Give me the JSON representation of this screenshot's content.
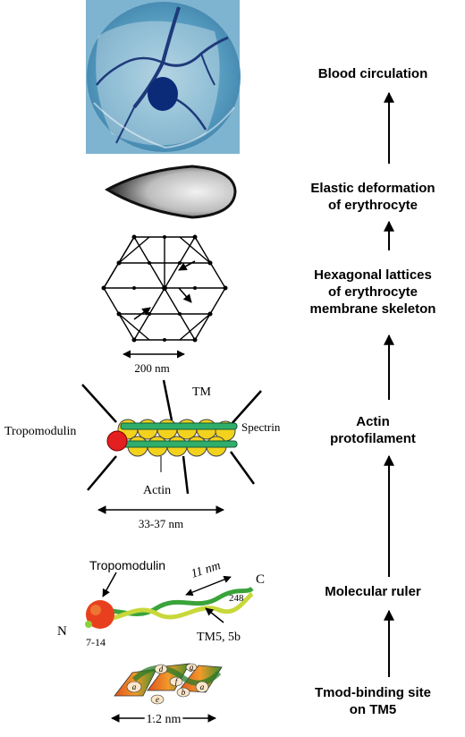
{
  "hierarchy": {
    "levels": [
      {
        "label": "Blood circulation"
      },
      {
        "label": "Elastic deformation\nof erythrocyte"
      },
      {
        "label": "Hexagonal lattices\nof erythrocyte\nmembrane skeleton"
      },
      {
        "label": "Actin\nprotofilament"
      },
      {
        "label": "Molecular ruler"
      },
      {
        "label": "Tmod-binding site\non TM5"
      }
    ]
  },
  "lattice": {
    "scale_label": "200 nm"
  },
  "protofilament": {
    "tm_label": "TM",
    "spectrin_label": "Spectrin",
    "tropomodulin_label": "Tropomodulin",
    "actin_label": "Actin",
    "length_label": "33-37 nm"
  },
  "ruler": {
    "tropomodulin_label": "Tropomodulin",
    "period_label": "11 nm",
    "c_label": "C",
    "n_label": "N",
    "res_end_label": "248",
    "res_start_label": "7-14",
    "tm_label": "TM5, 5b"
  },
  "helix": {
    "scale_label": "1.2 nm",
    "residues": [
      "a",
      "d",
      "b",
      "f",
      "a",
      "e",
      "g"
    ]
  }
}
